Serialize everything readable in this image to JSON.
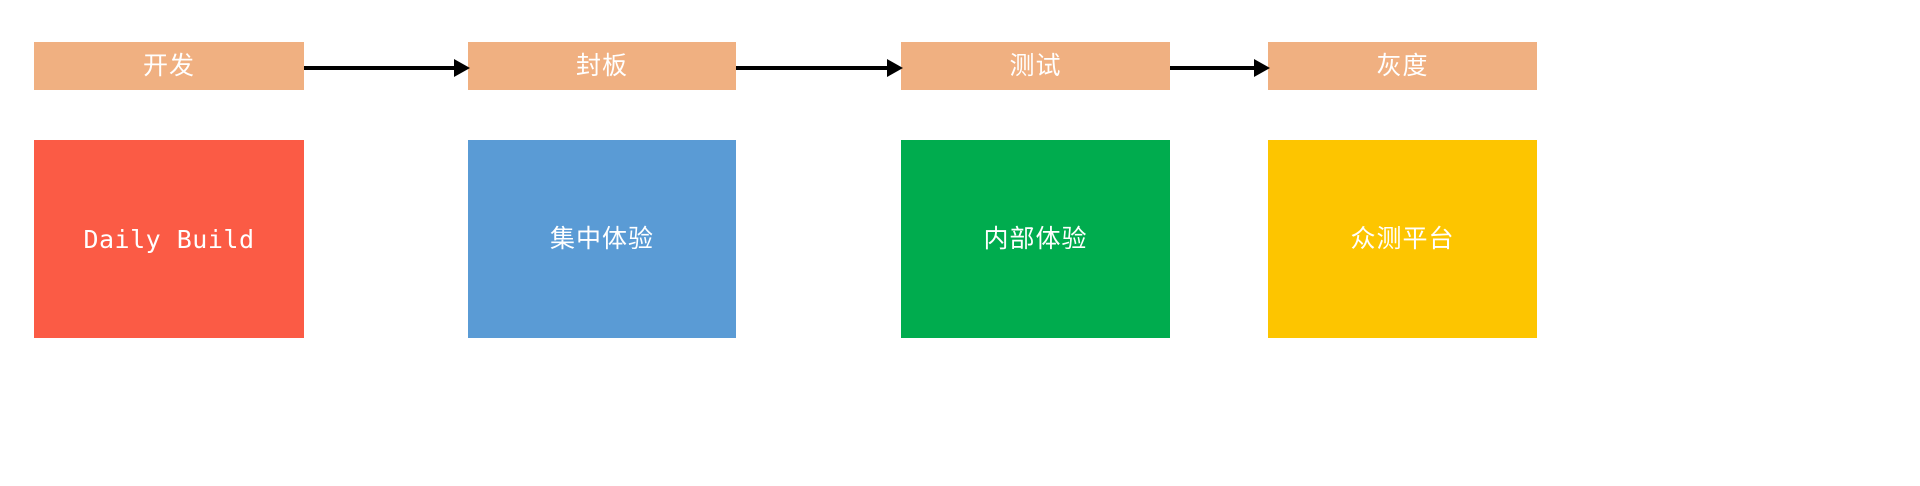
{
  "diagram": {
    "type": "pipeline-flow",
    "title": "",
    "background_color": "#ffffff",
    "stages": [
      {
        "id": "stage-dev",
        "label": "开发",
        "color": "#f0b081",
        "text_color": "#ffffff"
      },
      {
        "id": "stage-codefreeze",
        "label": "封板",
        "color": "#f0b081",
        "text_color": "#ffffff"
      },
      {
        "id": "stage-test",
        "label": "测试",
        "color": "#f0b081",
        "text_color": "#ffffff"
      },
      {
        "id": "stage-gray",
        "label": "灰度",
        "color": "#f0b081",
        "text_color": "#ffffff"
      }
    ],
    "connectors": [
      {
        "id": "arrow-dev-to-codefreeze",
        "from": "stage-dev",
        "to": "stage-codefreeze",
        "color": "#000000",
        "style": "solid-arrow"
      },
      {
        "id": "arrow-codefreeze-to-test",
        "from": "stage-codefreeze",
        "to": "stage-test",
        "color": "#000000",
        "style": "solid-arrow"
      },
      {
        "id": "arrow-test-to-gray",
        "from": "stage-test",
        "to": "stage-gray",
        "color": "#000000",
        "style": "solid-arrow"
      }
    ],
    "activities": [
      {
        "id": "activity-daily-build",
        "label": "Daily Build",
        "color": "#fb5b45",
        "text_color": "#ffffff",
        "font": "mono",
        "stage": "stage-dev"
      },
      {
        "id": "activity-focused-experience",
        "label": "集中体验",
        "color": "#5a9bd5",
        "text_color": "#ffffff",
        "font": "serif",
        "stage": "stage-codefreeze"
      },
      {
        "id": "activity-internal-experience",
        "label": "内部体验",
        "color": "#00ac4e",
        "text_color": "#ffffff",
        "font": "serif",
        "stage": "stage-test"
      },
      {
        "id": "activity-crowd-test-platform",
        "label": "众测平台",
        "color": "#fdc500",
        "text_color": "#ffffff",
        "font": "serif",
        "stage": "stage-gray"
      }
    ]
  }
}
